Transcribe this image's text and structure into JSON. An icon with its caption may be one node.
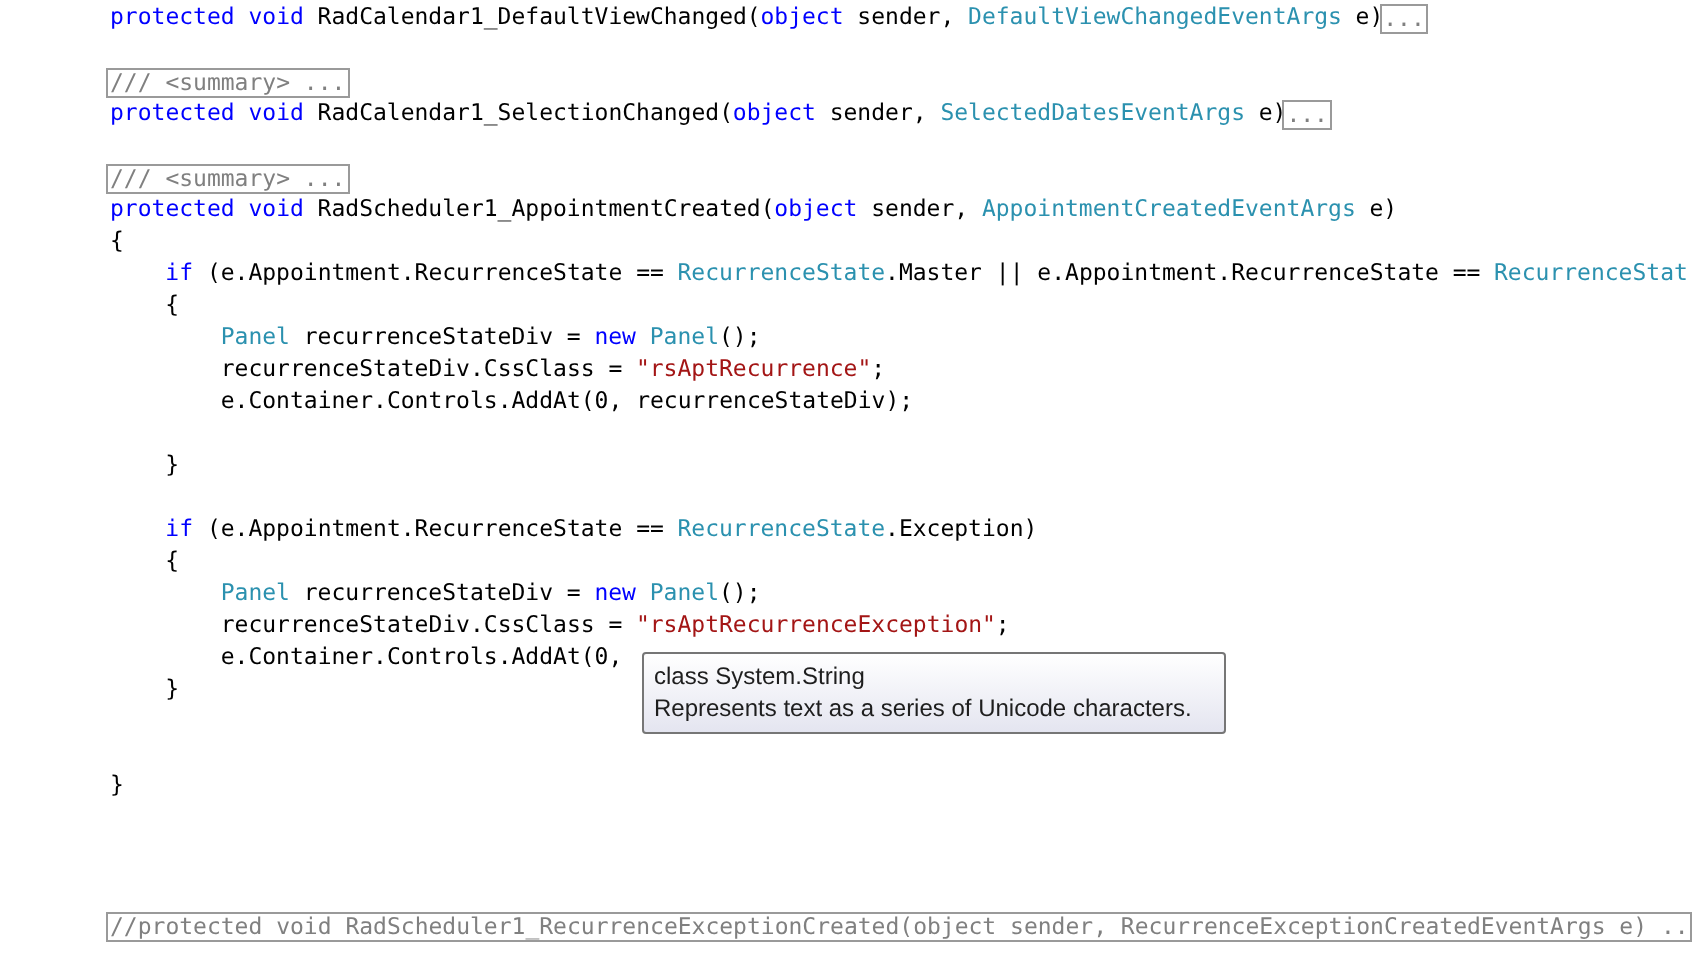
{
  "diagram": {
    "nodes": [
      {
        "text": [
          "..."
        ]
      },
      {
        "text": [
          "/// <summary> ..."
        ]
      },
      {
        "text": [
          "..."
        ]
      },
      {
        "text": [
          "/// <summary> ..."
        ]
      },
      {
        "text": [
          "class System.String",
          "Represents text as a series of Unicode characters."
        ]
      },
      {
        "text": [
          "//protected void RadScheduler1_RecurrenceExceptionCreated(object sender, RecurrenceExceptionCreatedEventArgs e) .."
        ]
      }
    ],
    "edges": [],
    "labels": [
      "protected void",
      "RadCalendar1_DefaultViewChanged(",
      "object",
      "sender,",
      "DefaultViewChangedEventArgs",
      "e)",
      "protected void",
      "RadCalendar1_SelectionChanged(",
      "object",
      "sender,",
      "SelectedDatesEventArgs",
      "e)",
      "protected void",
      "RadScheduler1_AppointmentCreated(",
      "object",
      "sender,",
      "AppointmentCreatedEventArgs",
      "e)",
      "{",
      "if",
      "(e.Appointment.RecurrenceState ==",
      "RecurrenceState",
      ".Master || e.Appointment.RecurrenceState ==",
      "RecurrenceStat",
      "{",
      "Panel",
      "recurrenceStateDiv =",
      "new",
      "Panel",
      "();",
      "recurrenceStateDiv.CssClass =",
      "\"rsAptRecurrence\"",
      ";",
      "e.Container.Controls.AddAt(0, recurrenceStateDiv);",
      "}",
      "if",
      "(e.Appointment.RecurrenceState ==",
      "RecurrenceState",
      ".Exception)",
      "{",
      "Panel",
      "recurrenceStateDiv =",
      "new",
      "Panel",
      "();",
      "recurrenceStateDiv.CssClass =",
      "\"rsAptRecurrenceException\"",
      ";",
      "e.Container.Controls.AddAt(0,",
      "}",
      "}"
    ]
  }
}
